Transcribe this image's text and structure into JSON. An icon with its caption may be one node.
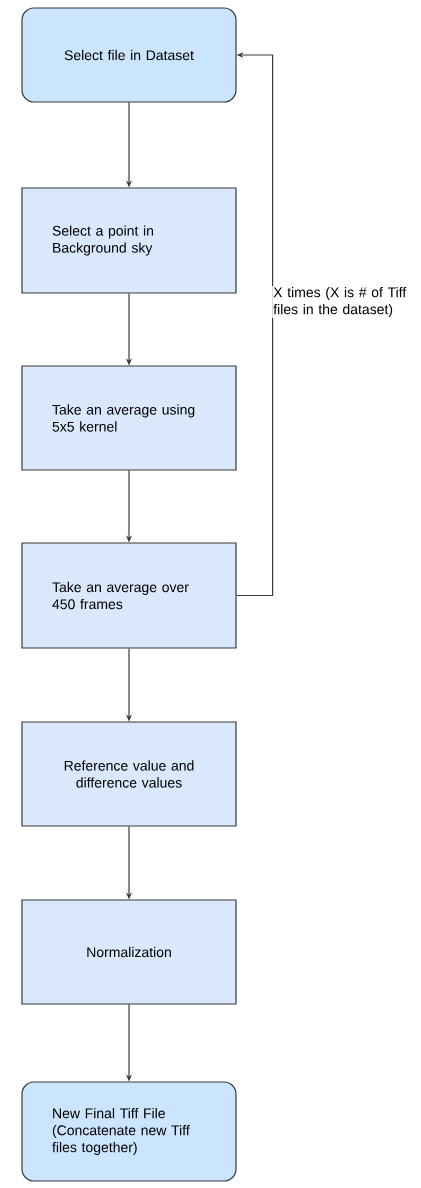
{
  "diagram": {
    "nodes": [
      {
        "text": [
          "Select file in Dataset"
        ]
      },
      {
        "text": [
          "Select a point in Background sky"
        ]
      },
      {
        "text": [
          "Take an average using 5x5 kernel"
        ]
      },
      {
        "text": [
          "Take an average over 450 frames"
        ]
      },
      {
        "text": [
          "Reference value and difference values"
        ]
      },
      {
        "text": [
          "Normalization"
        ]
      },
      {
        "text": [
          "New Final Tiff File (Concatenate new Tiff files together)"
        ]
      }
    ],
    "edges": [
      {
        "from": 0,
        "to": 1,
        "arrow": "to"
      },
      {
        "from": 1,
        "to": 2,
        "arrow": "to"
      },
      {
        "from": 2,
        "to": 3,
        "arrow": "to"
      },
      {
        "from": 3,
        "to": 4,
        "arrow": "to"
      },
      {
        "from": 4,
        "to": 5,
        "arrow": "to"
      },
      {
        "from": 5,
        "to": 6,
        "arrow": "to"
      },
      {
        "from": 3,
        "to": 0,
        "arrow": "to",
        "label": "X times (X is # of Tiff files in the dataset)"
      }
    ]
  }
}
